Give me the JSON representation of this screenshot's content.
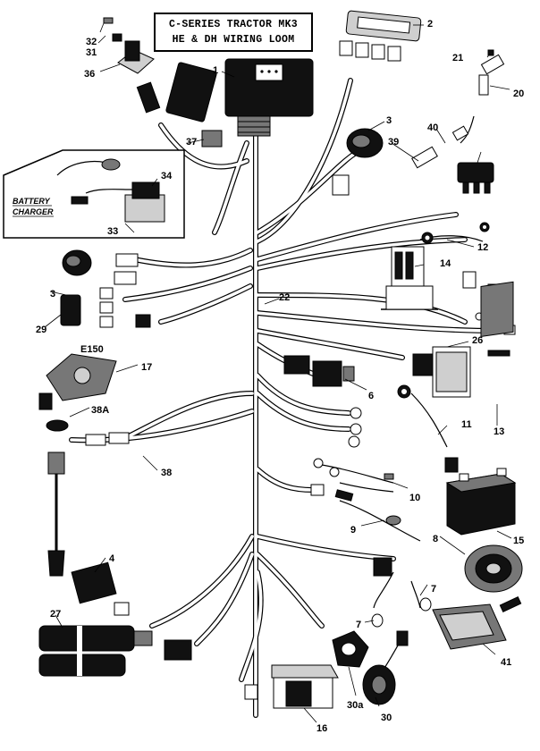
{
  "title": {
    "line1": "C-SERIES TRACTOR MK3",
    "line2": "HE & DH WIRING LOOM"
  },
  "inset": {
    "caption_line1": "BATTERY",
    "caption_line2": "CHARGER"
  },
  "labels": {
    "l1": "1",
    "l2": "2",
    "l3a": "3",
    "l3b": "3",
    "l4": "4",
    "l6": "6",
    "l7a": "7",
    "l7b": "7",
    "l8": "8",
    "l9": "9",
    "l10": "10",
    "l11": "11",
    "l12": "12",
    "l13": "13",
    "l14": "14",
    "l15": "15",
    "l16": "16",
    "l17": "17",
    "l20": "20",
    "l21": "21",
    "l22": "22",
    "l26": "26",
    "l27": "27",
    "l29": "29",
    "l30": "30",
    "l30a": "30a",
    "l31": "31",
    "l32": "32",
    "l33": "33",
    "l34": "34",
    "l36": "36",
    "l37": "37",
    "l38": "38",
    "l38a": "38A",
    "l39": "39",
    "l40": "40",
    "l41": "41",
    "e150": "E150"
  }
}
